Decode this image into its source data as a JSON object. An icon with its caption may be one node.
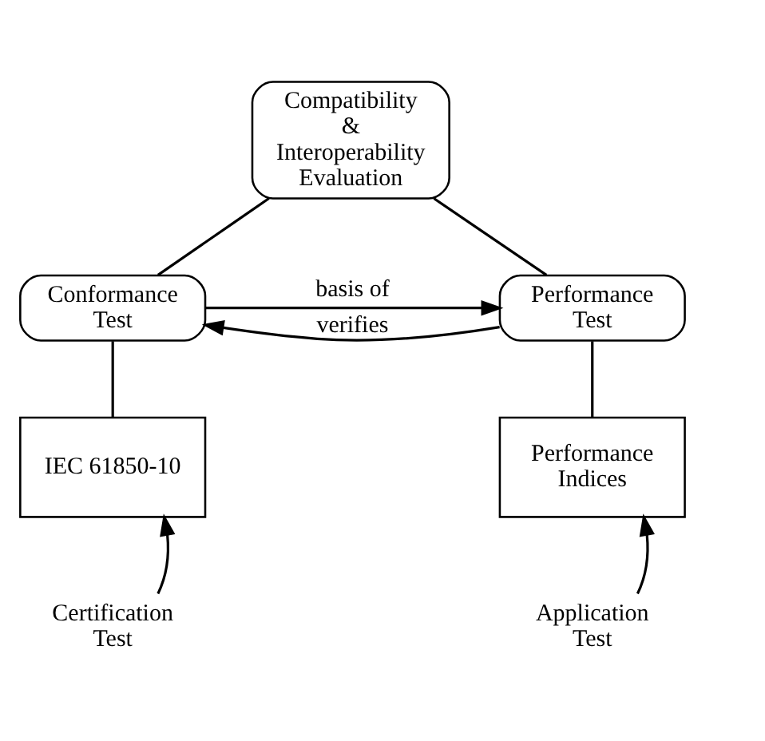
{
  "diagram": {
    "nodes": [
      {
        "text": [
          "Compatibility & Interoperability Evaluation"
        ]
      },
      {
        "text": [
          "Conformance Test"
        ]
      },
      {
        "text": [
          "Performance Test"
        ]
      },
      {
        "text": [
          "IEC 61850-10"
        ]
      },
      {
        "text": [
          "Performance Indices"
        ]
      },
      {
        "text": [
          "Certification Test"
        ]
      },
      {
        "text": [
          "Application Test"
        ]
      }
    ],
    "edges": [
      {
        "from": 0,
        "to": 1,
        "arrow": "none"
      },
      {
        "from": 0,
        "to": 2,
        "arrow": "none"
      },
      {
        "from": 1,
        "to": 2,
        "arrow": "to",
        "label": "basis of"
      },
      {
        "from": 2,
        "to": 1,
        "arrow": "to",
        "label": "verifies"
      },
      {
        "from": 1,
        "to": 3,
        "arrow": "none"
      },
      {
        "from": 2,
        "to": 4,
        "arrow": "none"
      },
      {
        "from": 5,
        "to": 3,
        "arrow": "to"
      },
      {
        "from": 6,
        "to": 4,
        "arrow": "to"
      }
    ]
  }
}
